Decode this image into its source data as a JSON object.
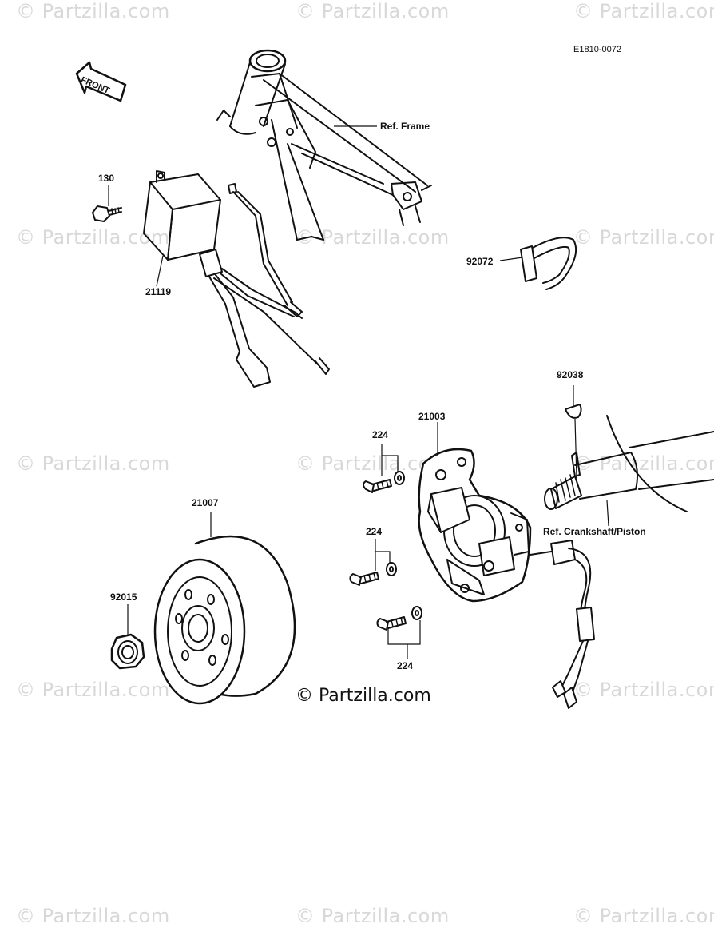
{
  "watermark": "© Partzilla.com",
  "diagram_code": "E1810-0072",
  "copyright": "© Partzilla.com",
  "arrow_label": "FRONT",
  "refs": {
    "frame": "Ref. Frame",
    "crankshaft": "Ref. Crankshaft/Piston"
  },
  "parts": {
    "bolt_130": "130",
    "cdi_unit": "21119",
    "band": "92072",
    "key": "92038",
    "stator": "21003",
    "screw_a": "224",
    "screw_b": "224",
    "screw_c": "224",
    "flywheel": "21007",
    "nut": "92015"
  }
}
